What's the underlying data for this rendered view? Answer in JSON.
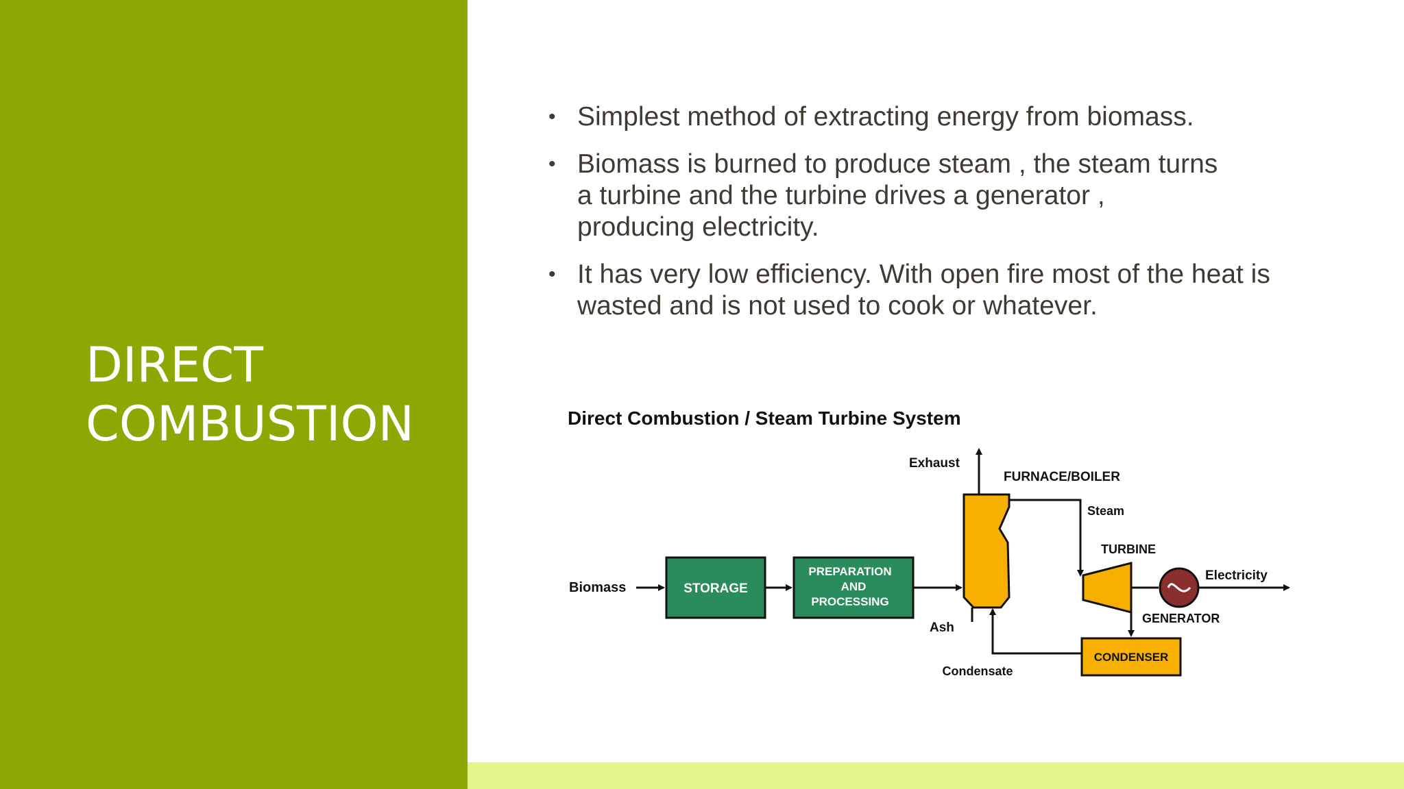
{
  "slide": {
    "title_lines": [
      "DIRECT",
      "COMBUSTION"
    ],
    "bullets": [
      {
        "lines": [
          "Simplest method of extracting energy from biomass."
        ]
      },
      {
        "lines": [
          "Biomass is burned to produce steam , the steam turns",
          "a turbine and the turbine drives a generator ,",
          "producing electricity."
        ]
      },
      {
        "lines": [
          "It has very low efficiency. With open fire most of the heat is",
          "wasted and is not used to cook or whatever."
        ]
      }
    ],
    "bullet_glyph": "•"
  },
  "diagram": {
    "title": "Direct Combustion / Steam Turbine System",
    "labels": {
      "biomass": "Biomass",
      "storage": "STORAGE",
      "prep_line1": "PREPARATION",
      "prep_line2": "AND",
      "prep_line3": "PROCESSING",
      "exhaust": "Exhaust",
      "furnace": "FURNACE/BOILER",
      "steam": "Steam",
      "turbine": "TURBINE",
      "electricity": "Electricity",
      "generator": "GENERATOR",
      "ash": "Ash",
      "condensate": "Condensate",
      "condenser": "CONDENSER"
    },
    "colors": {
      "green_box": "#2a8c5c",
      "orange": "#f8b000",
      "generator": "#8b2e2e"
    }
  },
  "colors": {
    "left_panel": "#8ba902",
    "bottom_bar": "#e5f58c",
    "body_text": "#3f3a32"
  }
}
